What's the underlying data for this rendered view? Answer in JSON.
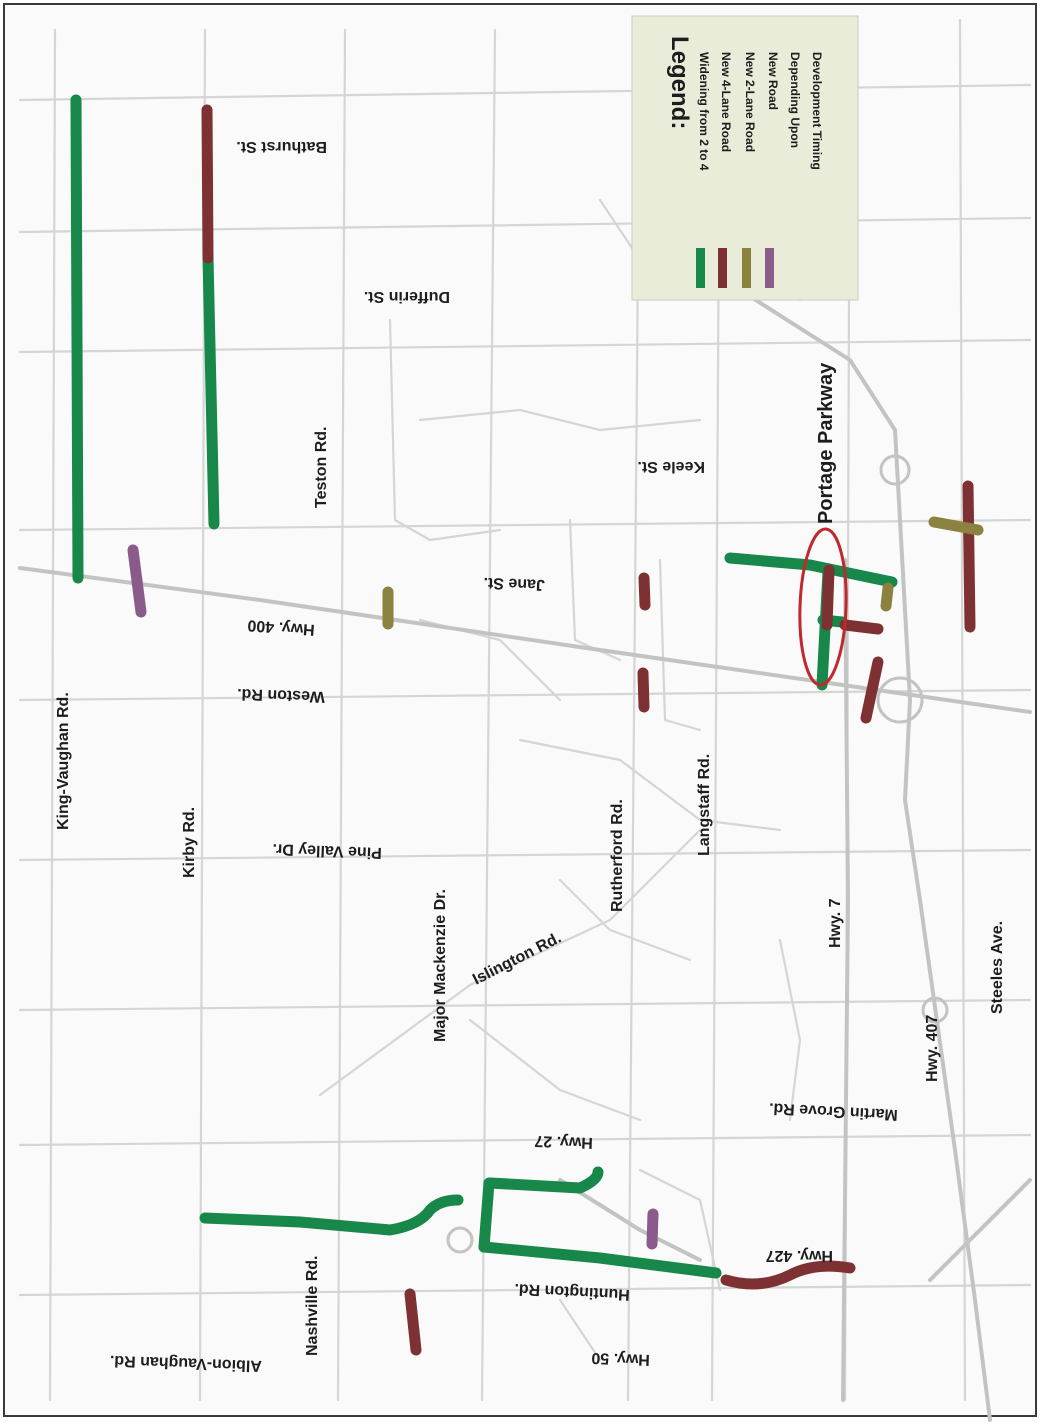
{
  "legend": {
    "title": "Legend:",
    "items": [
      {
        "label": "Widening from 2 to 4",
        "color": "#17874a"
      },
      {
        "label": "New 4-Lane Road",
        "color": "#7e3132"
      },
      {
        "label": "New 2-Lane Road",
        "color": "#8c8240"
      },
      {
        "label": "New Road",
        "color": "#8a5a8a"
      },
      {
        "label": "Depending Upon",
        "color": ""
      },
      {
        "label": "Development Timing",
        "color": ""
      }
    ]
  },
  "labels": {
    "portage_parkway": "Portage Parkway",
    "bathurst": "Bathurst St.",
    "dufferin": "Dufferin St.",
    "teston": "Teston Rd.",
    "keele": "Keele St.",
    "jane": "Jane St.",
    "hwy400": "Hwy. 400",
    "weston": "Weston Rd.",
    "king_vaughan": "King-Vaughan Rd.",
    "kirby": "Kirby Rd.",
    "pine_valley": "Pine Valley Dr.",
    "major_mackenzie": "Major Mackenzie Dr.",
    "rutherford": "Rutherford Rd.",
    "langstaff": "Langstaff Rd.",
    "islington": "Islington Rd.",
    "hwy7": "Hwy. 7",
    "steeles": "Steeles Ave.",
    "hwy407": "Hwy. 407",
    "martin_grove": "Martin Grove Rd.",
    "hwy27": "Hwy. 27",
    "nashville": "Nashville Rd.",
    "huntington": "Huntington Rd.",
    "hwy427": "Hwy. 427",
    "albion_vaughan": "Albion-Vaughan Rd.",
    "hwy50": "Hwy. 50"
  },
  "colors": {
    "widening": "#17874a",
    "new_4_lane": "#7e3132",
    "new_2_lane": "#8c8240",
    "new_road": "#8a5a8a",
    "highlight_circle": "#c0282d",
    "legend_bg": "#e8ecd8"
  }
}
